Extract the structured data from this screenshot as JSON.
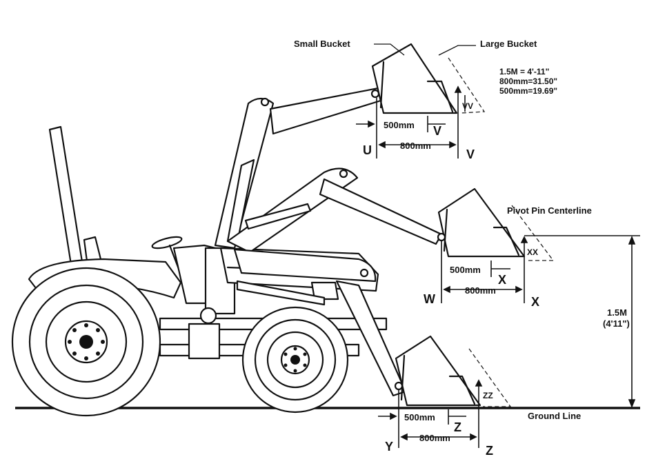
{
  "labels": {
    "small_bucket": "Small Bucket",
    "large_bucket": "Large Bucket",
    "conversion_1": "1.5M = 4'-11\"",
    "conversion_2": "800mm=31.50\"",
    "conversion_3": "500mm=19.69\"",
    "pivot_pin": "Pivot Pin Centerline",
    "ground_line": "Ground Line",
    "height_metric": "1.5M",
    "height_imperial": "(4'11\")"
  },
  "top_bucket": {
    "offset_label": "500mm",
    "width_label": "800mm",
    "letter_small": "V",
    "letter_left": "U",
    "letter_right": "V",
    "letter_double": "VV"
  },
  "middle_bucket": {
    "offset_label": "500mm",
    "width_label": "800mm",
    "letter_small": "X",
    "letter_left": "W",
    "letter_right": "X",
    "letter_double": "XX"
  },
  "bottom_bucket": {
    "offset_label": "500mm",
    "width_label": "800mm",
    "letter_small": "Z",
    "letter_left": "Y",
    "letter_right": "Z",
    "letter_double": "ZZ"
  }
}
